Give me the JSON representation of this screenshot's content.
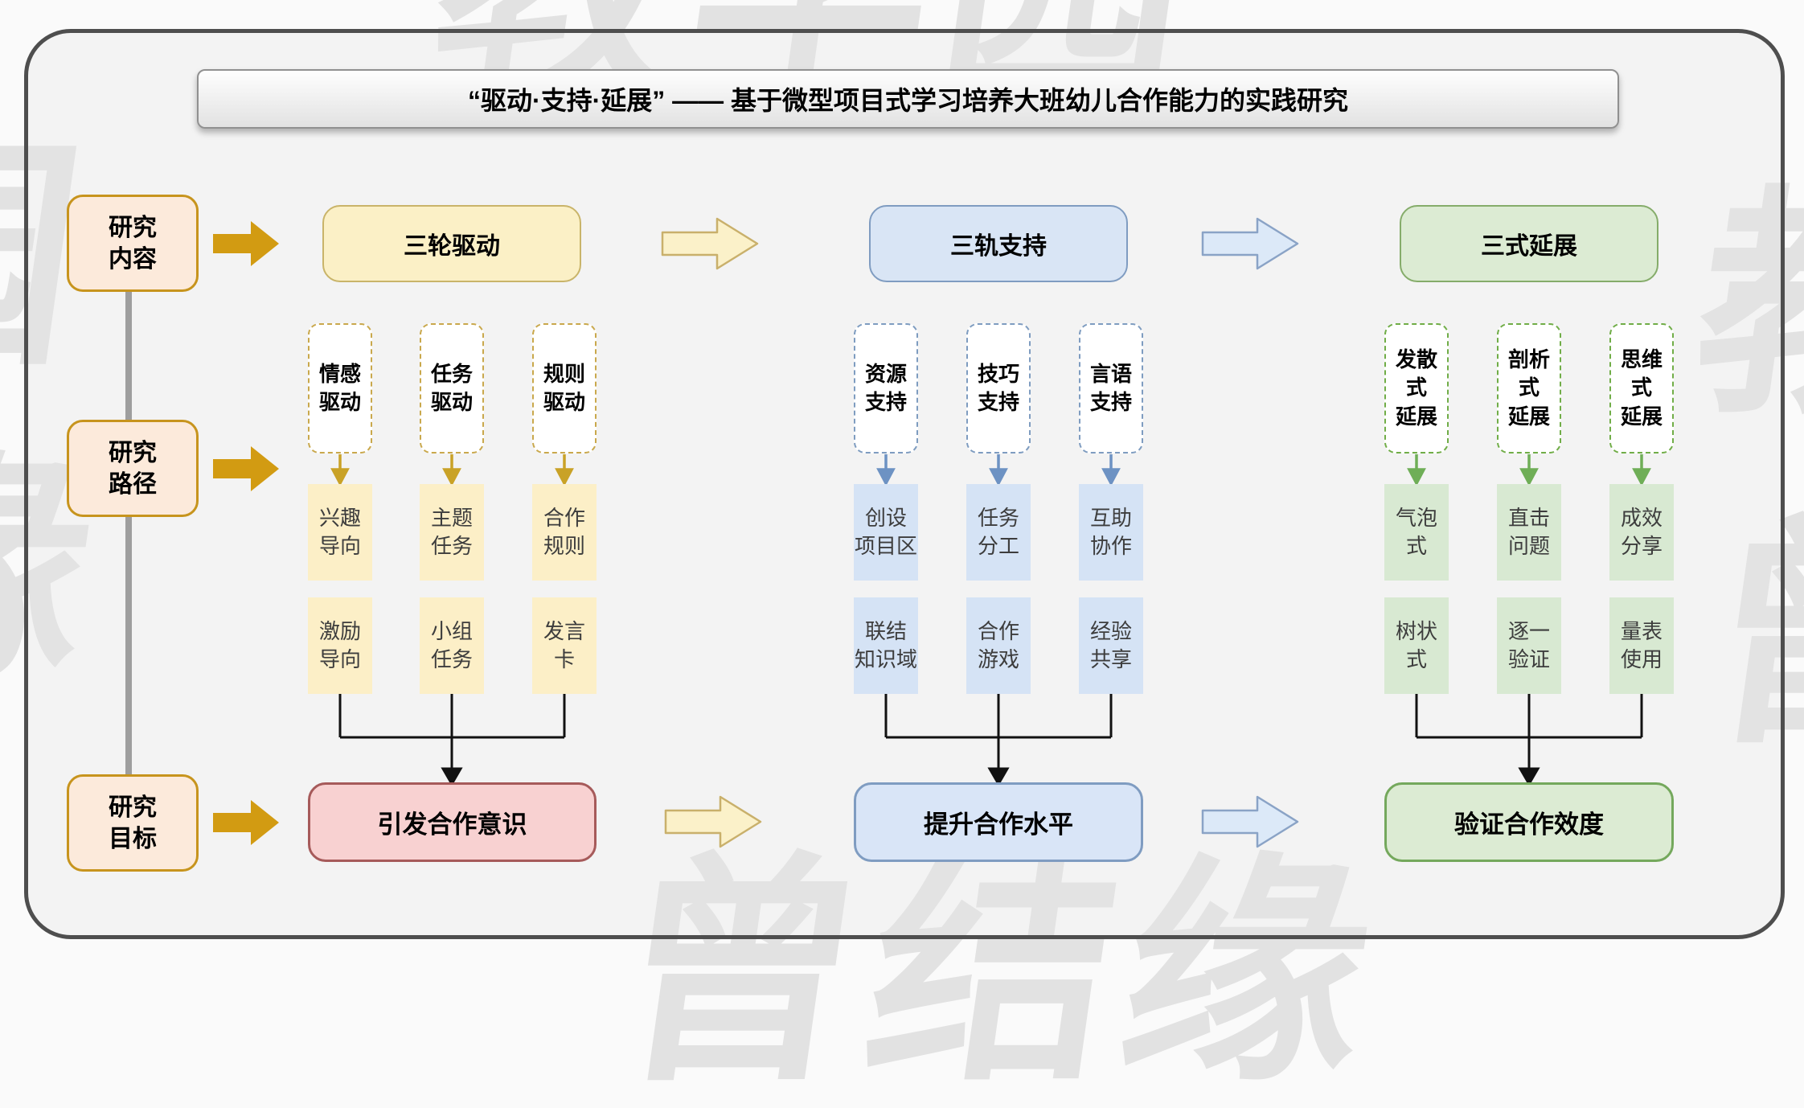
{
  "title": "“驱动·支持·延展” —— 基于微型项目式学习培养大班幼儿合作能力的实践研究",
  "rail": {
    "items": [
      {
        "l1": "研究",
        "l2": "内容"
      },
      {
        "l1": "研究",
        "l2": "路径"
      },
      {
        "l1": "研究",
        "l2": "目标"
      }
    ]
  },
  "groups": [
    {
      "header": "三轮驱动",
      "columns": [
        {
          "dashed": [
            "情感",
            "驱动"
          ],
          "cells": [
            [
              "兴趣",
              "导向"
            ],
            [
              "激励",
              "导向"
            ]
          ]
        },
        {
          "dashed": [
            "任务",
            "驱动"
          ],
          "cells": [
            [
              "主题",
              "任务"
            ],
            [
              "小组",
              "任务"
            ]
          ]
        },
        {
          "dashed": [
            "规则",
            "驱动"
          ],
          "cells": [
            [
              "合作",
              "规则"
            ],
            [
              "发言",
              "卡"
            ]
          ]
        }
      ],
      "goal": "引发合作意识"
    },
    {
      "header": "三轨支持",
      "columns": [
        {
          "dashed": [
            "资源",
            "支持"
          ],
          "cells": [
            [
              "创设",
              "项目区"
            ],
            [
              "联结",
              "知识域"
            ]
          ]
        },
        {
          "dashed": [
            "技巧",
            "支持"
          ],
          "cells": [
            [
              "任务",
              "分工"
            ],
            [
              "合作",
              "游戏"
            ]
          ]
        },
        {
          "dashed": [
            "言语",
            "支持"
          ],
          "cells": [
            [
              "互助",
              "协作"
            ],
            [
              "经验",
              "共享"
            ]
          ]
        }
      ],
      "goal": "提升合作水平"
    },
    {
      "header": "三式延展",
      "columns": [
        {
          "dashed": [
            "发散式",
            "延展"
          ],
          "cells": [
            [
              "气泡",
              "式"
            ],
            [
              "树状",
              "式"
            ]
          ]
        },
        {
          "dashed": [
            "剖析式",
            "延展"
          ],
          "cells": [
            [
              "直击",
              "问题"
            ],
            [
              "逐一",
              "验证"
            ]
          ]
        },
        {
          "dashed": [
            "思维式",
            "延展"
          ],
          "cells": [
            [
              "成效",
              "分享"
            ],
            [
              "量表",
              "使用"
            ]
          ]
        }
      ],
      "goal": "验证合作效度"
    }
  ],
  "watermarks": {
    "top": "教学园",
    "bottom": "曾结缘",
    "left_top": "园",
    "left_bottom": "缘",
    "right_top": "教",
    "right_bottom": "曾"
  },
  "colors": {
    "gold_arrow": "#d29b12",
    "yellow_fill": "#fbf0c6",
    "blue_fill": "#d9e5f5",
    "green_fill": "#dcebd3",
    "red_fill": "#f8d1d1",
    "orange_fill": "#fceadb",
    "frame_border": "#4e4e4e",
    "rail_line": "#9e9e9e",
    "yellow_arrow": "#c9a227",
    "blue_arrow": "#6d92c3",
    "green_arrow": "#6fae57"
  }
}
